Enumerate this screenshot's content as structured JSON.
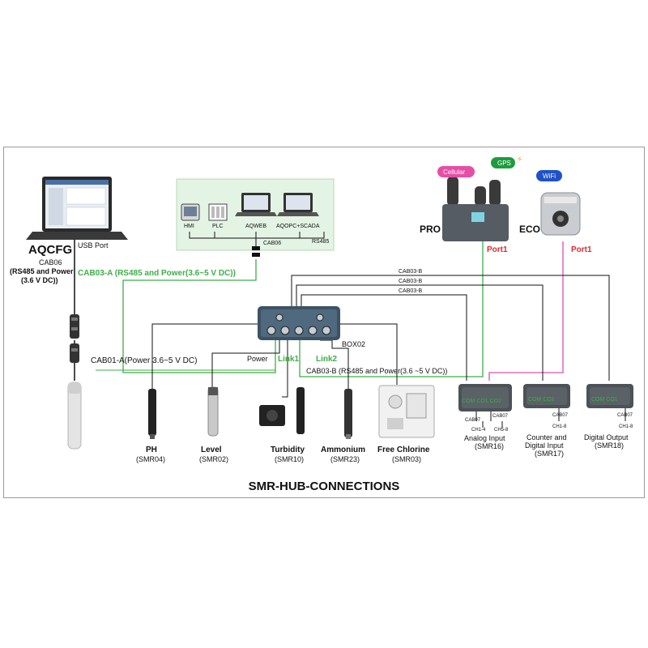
{
  "diagram": {
    "title": "SMR-HUB-CONNECTIONS",
    "aqcfg": {
      "name": "AQCFG",
      "usb_port": "USB Port",
      "cable_name": "CAB06",
      "cable_desc1": "(RS485 and Power",
      "cable_desc2": "(3.6 V DC))"
    },
    "scada_box": {
      "hmi": "HMI",
      "plc": "PLC",
      "aqweb": "AQWEB",
      "aqopc": "AQOPC+SCADA",
      "rs485": "RS485",
      "cab06": "CAB06"
    },
    "cab03a_label": "CAB03-A (RS485 and Power(3.6~5 V DC))",
    "cab01a_label": "CAB01-A(Power 3.6~5 V DC)",
    "cab03b_label": "CAB03-B (RS485 and Power(3.6 ~5 V DC))",
    "cab03b_lines": [
      "CAB03-B",
      "CAB03-B",
      "CAB03-B"
    ],
    "box02": {
      "name": "BOX02",
      "power": "Power",
      "link1": "Link1",
      "link2": "Link2"
    },
    "gateways": {
      "pro": "PRO",
      "eco": "ECO",
      "pro_port": "Port1",
      "eco_port": "Port1",
      "cellular": "Cellular",
      "gps": "GPS",
      "wifi": "WiFi"
    },
    "sensors": [
      {
        "name": "PH",
        "code": "(SMR04)"
      },
      {
        "name": "Level",
        "code": "(SMR02)"
      },
      {
        "name": "Turbidity",
        "code": "(SMR10)"
      },
      {
        "name": "Ammonium",
        "code": "(SMR23)"
      },
      {
        "name": "Free Chlorine",
        "code": "(SMR03)"
      }
    ],
    "modules": [
      {
        "line1": "Analog Input",
        "line2": "(SMR16)",
        "line3": "",
        "face": "COM  CO1  CO2",
        "cab1": "CAB07",
        "cab2": "CAB07",
        "ch1": "CH1-4",
        "ch2": "CH5-8"
      },
      {
        "line1": "Counter and",
        "line2": "Digital Input",
        "line3": "(SMR17)",
        "face": "COM  CO1",
        "cab1": "CAB07",
        "ch1": "CH1-8"
      },
      {
        "line1": "Digital Output",
        "line2": "(SMR18)",
        "line3": "",
        "face": "COM  CO1",
        "cab1": "CAB07",
        "ch1": "CH1-8"
      }
    ],
    "colors": {
      "green": "#3fae49",
      "magenta": "#d651b6",
      "red": "#e0282e",
      "black": "#111111"
    }
  }
}
